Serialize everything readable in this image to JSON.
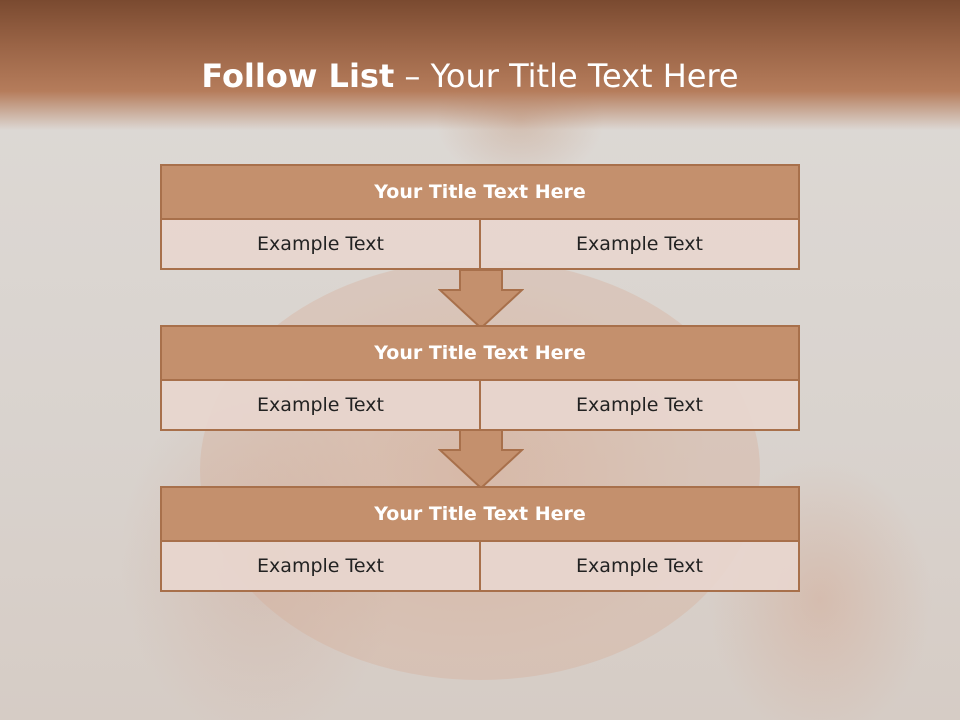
{
  "slide": {
    "title_bold": "Follow List",
    "title_rest": " – Your Title Text Here"
  },
  "blocks": [
    {
      "title": "Your Title Text Here",
      "left": "Example Text",
      "right": "Example Text"
    },
    {
      "title": "Your Title Text Here",
      "left": "Example Text",
      "right": "Example Text"
    },
    {
      "title": "Your Title Text Here",
      "left": "Example Text",
      "right": "Example Text"
    }
  ],
  "colors": {
    "header": "#9a6446",
    "block_head": "#c4906d",
    "border": "#a8704b",
    "cell": "#e8d6ce"
  },
  "icons": [
    "down-arrow-icon"
  ]
}
